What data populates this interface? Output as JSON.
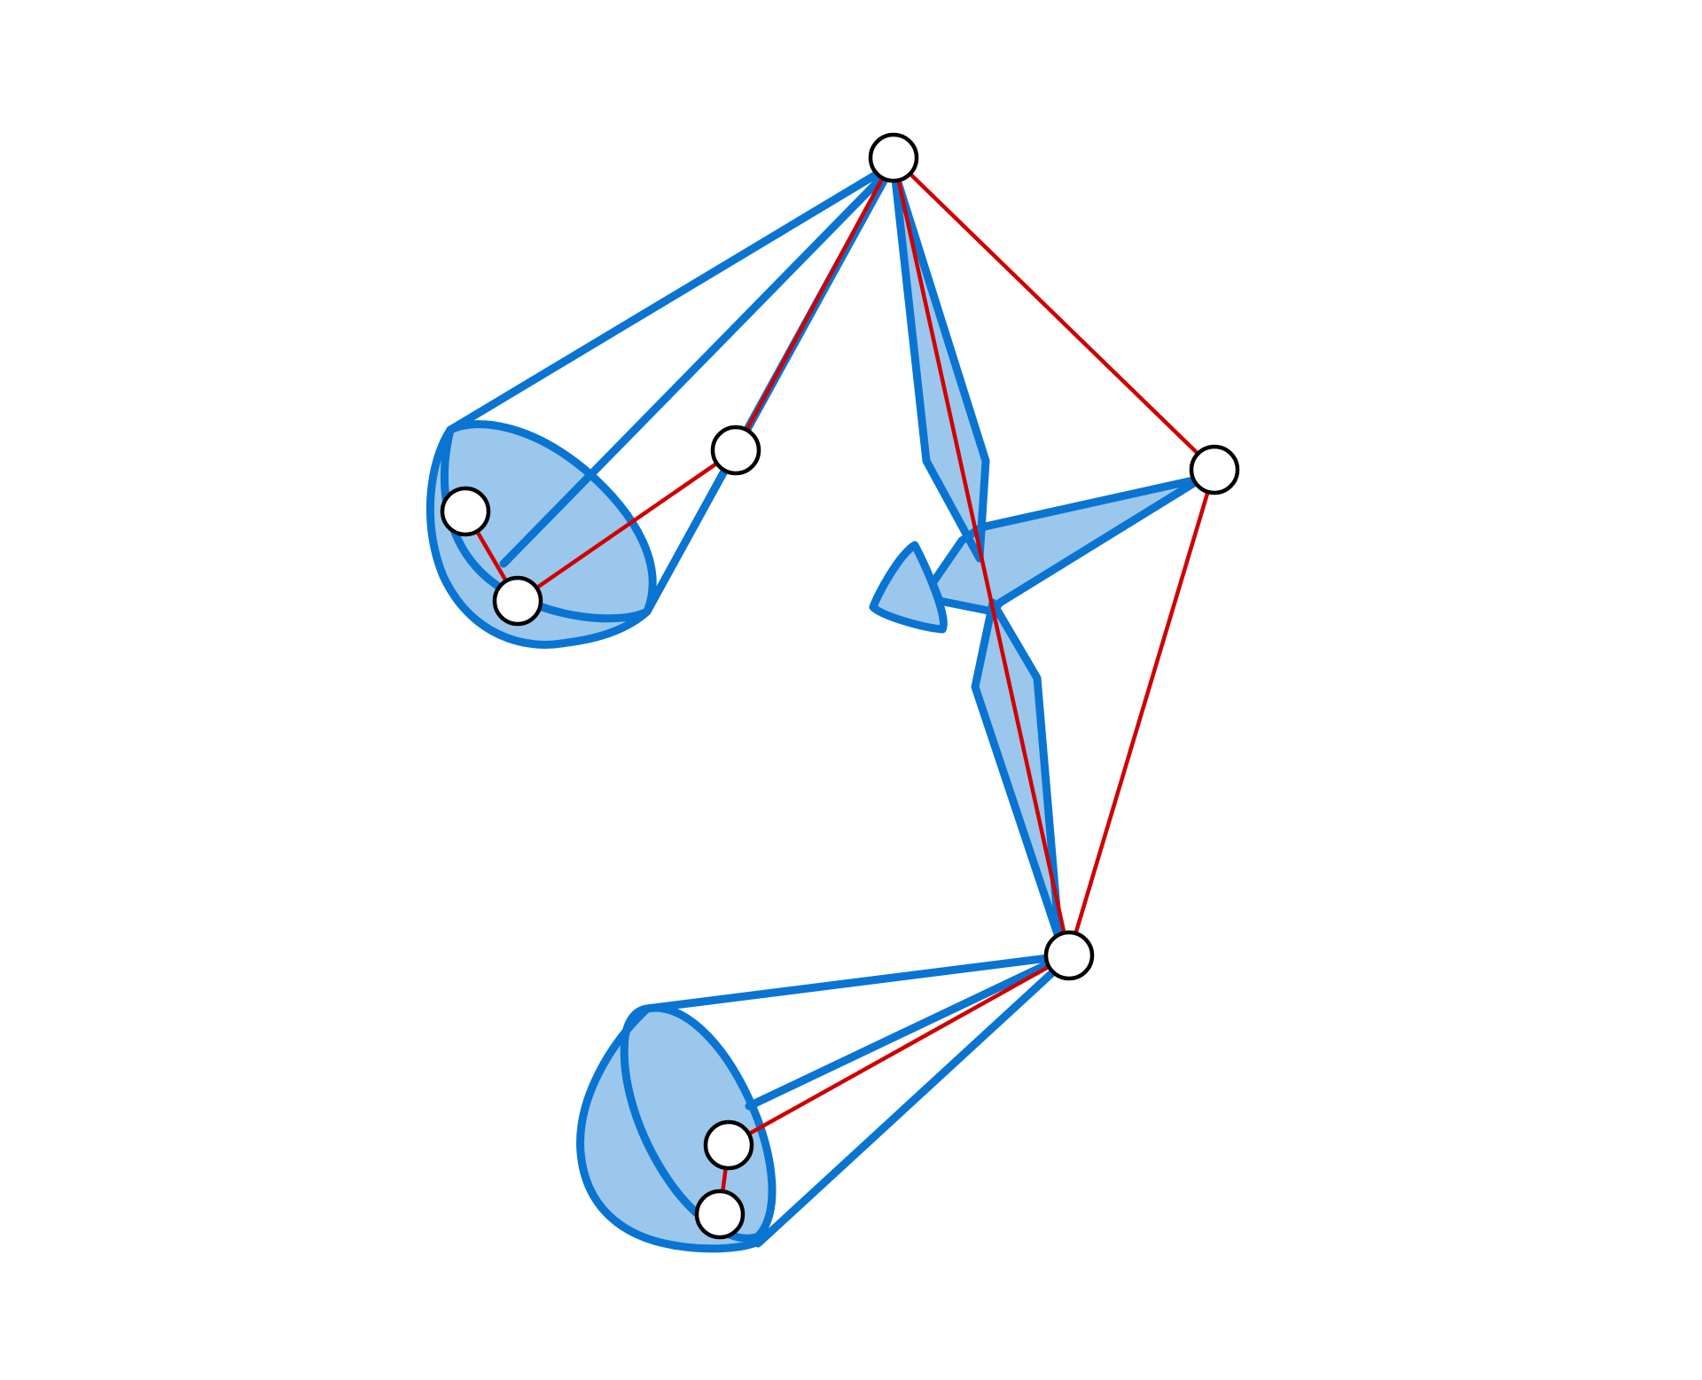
{
  "colors": {
    "background": "#ffffff",
    "cone_stroke": "#0a74d2",
    "cone_fill": "#9bc7ec",
    "link_line": "#d00000",
    "node_fill": "#ffffff",
    "node_stroke": "#000000"
  },
  "nodes": [
    {
      "id": "top"
    },
    {
      "id": "right"
    },
    {
      "id": "bottom-center"
    },
    {
      "id": "upper-left-mid"
    },
    {
      "id": "upper-left-a"
    },
    {
      "id": "upper-left-b"
    },
    {
      "id": "lower-left-a"
    },
    {
      "id": "lower-left-b"
    }
  ],
  "links": [
    {
      "from": "top",
      "to": "right"
    },
    {
      "from": "right",
      "to": "bottom-center"
    },
    {
      "from": "top",
      "to": "bottom-center"
    },
    {
      "from": "top",
      "to": "upper-left-mid"
    },
    {
      "from": "upper-left-mid",
      "to": "upper-left-b"
    },
    {
      "from": "upper-left-b",
      "to": "upper-left-a"
    },
    {
      "from": "bottom-center",
      "to": "lower-left-a"
    },
    {
      "from": "lower-left-a",
      "to": "lower-left-b"
    }
  ],
  "shapes": [
    {
      "kind": "cone",
      "name": "upper-left-cone"
    },
    {
      "kind": "cone",
      "name": "lower-left-cone"
    },
    {
      "kind": "spindle",
      "name": "center-spindle"
    },
    {
      "kind": "kite",
      "name": "center-kite"
    }
  ]
}
